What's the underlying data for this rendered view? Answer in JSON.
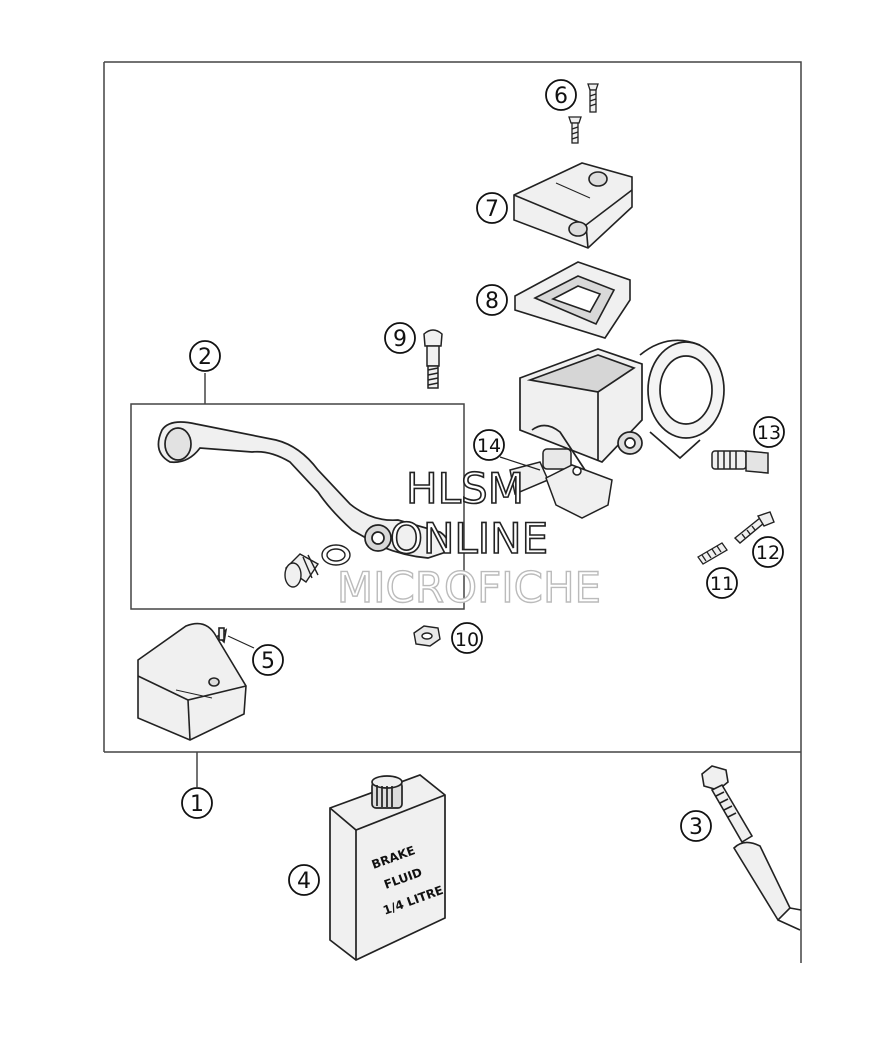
{
  "watermark": {
    "line1": "HLSM",
    "line2": "ONLINE",
    "line3": "MICROFICHE"
  },
  "callouts": [
    "1",
    "2",
    "3",
    "4",
    "5",
    "6",
    "7",
    "8",
    "9",
    "10",
    "11",
    "12",
    "13",
    "14"
  ],
  "bottle_label": {
    "line1": "BRAKE",
    "line2": "FLUID",
    "line3": "1/4 LITRE"
  },
  "colors": {
    "line": "#222222",
    "part_fill": "#f2f2f2",
    "shade": "#d0d0d0",
    "background": "#ffffff"
  }
}
